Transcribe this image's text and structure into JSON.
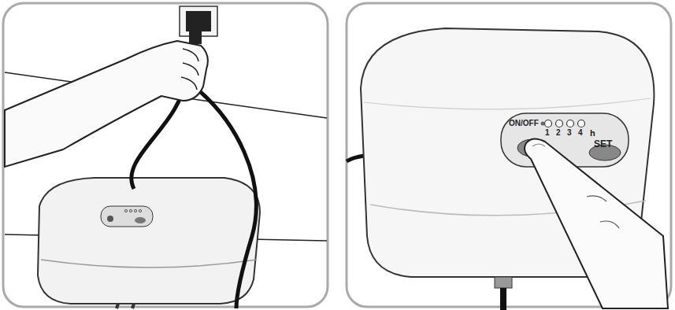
{
  "diagram": {
    "nodes": [
      {
        "text": [
          "ON/OFF",
          "1",
          "2",
          "3",
          "4",
          "h",
          "SET"
        ]
      }
    ]
  }
}
